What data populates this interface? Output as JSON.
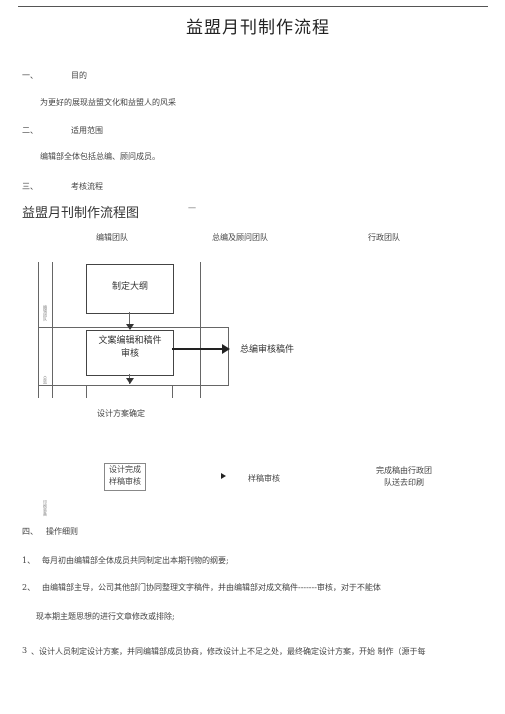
{
  "doc": {
    "title": "益盟月刊制作流程",
    "sec1": {
      "num": "一、",
      "label": "目的",
      "body": "为更好的展现益盟文化和益盟人的风采"
    },
    "sec2": {
      "num": "二、",
      "label": "适用范围",
      "body": "编辑部全体包括总编、顾问成员。"
    },
    "sec3": {
      "num": "三、",
      "label": "考核流程"
    },
    "flow_title": "益盟月刊制作流程图",
    "flow_dash": "一",
    "columns": [
      "编辑团队",
      "总编及顾问团队",
      "行政团队"
    ],
    "side_labels": [
      "编辑团队",
      "总监",
      "印刷装备"
    ],
    "boxes": {
      "outline": "制定大纲",
      "edit_line1": "文案编辑和稿件",
      "edit_line2": "审核",
      "design_confirm": "设计方案确定",
      "design_done_line1": "设计完成",
      "design_done_line2": "样稿审核"
    },
    "labels": {
      "chief_review": "总编审核稿件",
      "sample_review": "样稿审核",
      "print_line1": "完成稿由行政团",
      "print_line2": "队送去印刷"
    },
    "sec4": {
      "num": "四、",
      "label": "操作细则"
    },
    "items": [
      {
        "num": "1、",
        "text": "每月初由编辑部全体成员共同制定出本期刊物的纲要;"
      },
      {
        "num": "2、",
        "text": "由编辑部主导，公司其他部门协同整理文字稿件，并由编辑部对成文稿件-------审核，对于不能体"
      },
      {
        "num": "",
        "text": "现本期主题思想的进行文章修改或排除;"
      },
      {
        "num": "3",
        "text": "、设计人员制定设计方案，并同编辑部成员协商，修改设计上不足之处，最终确定设计方案，开始 制作（源于每"
      }
    ]
  }
}
